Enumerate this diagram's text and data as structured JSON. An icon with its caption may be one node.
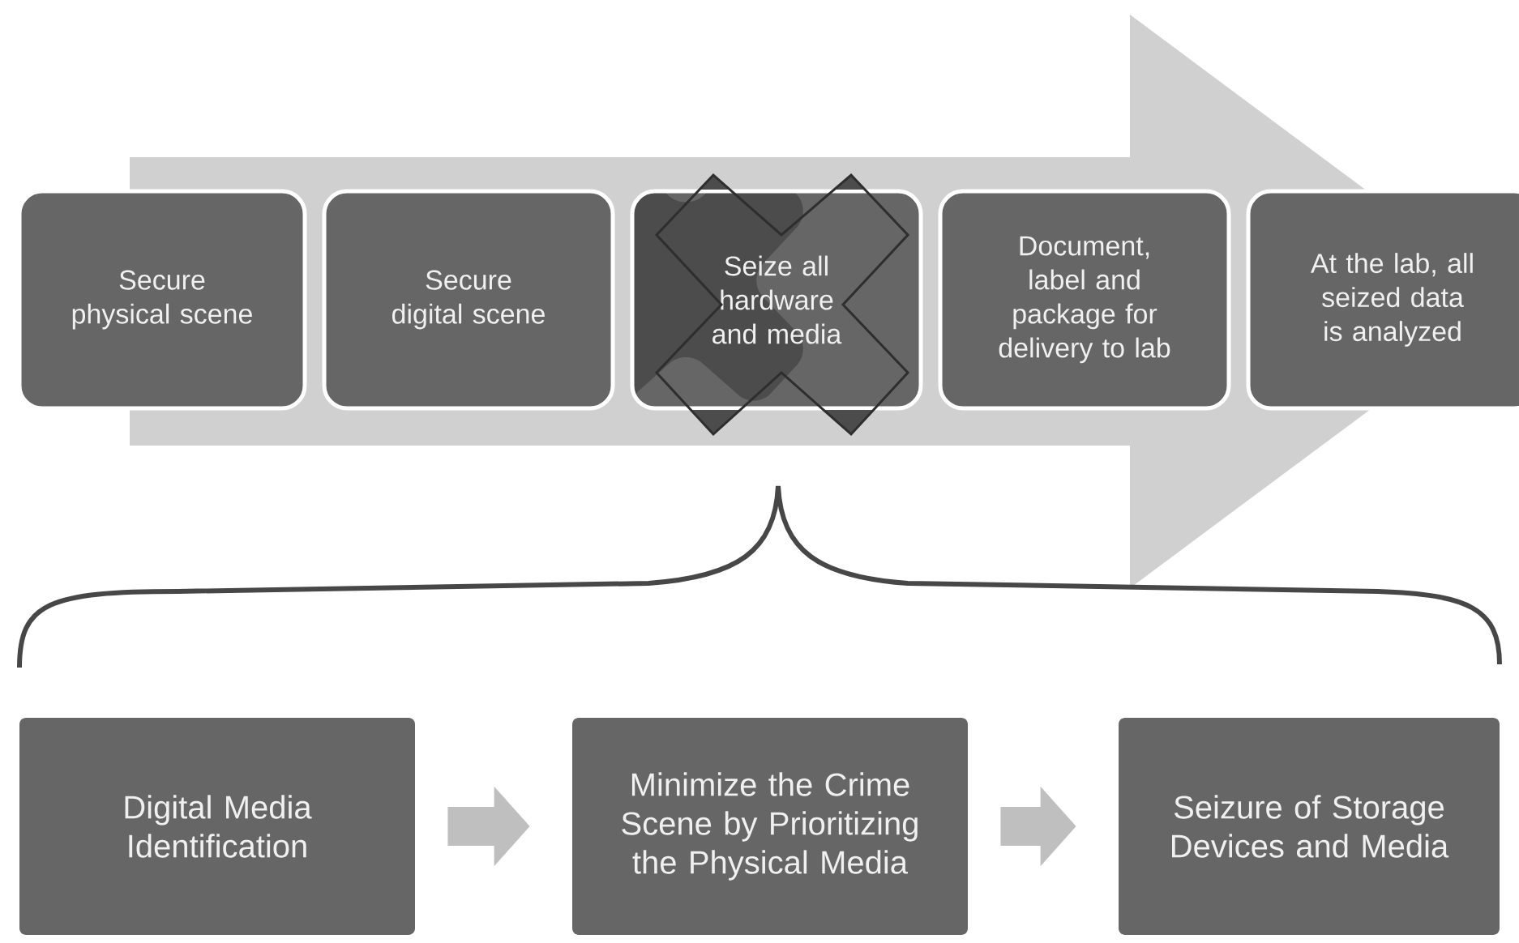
{
  "diagram": {
    "nodes": [
      {
        "text": [
          "Secure physical scene"
        ]
      },
      {
        "text": [
          "Secure digital scene"
        ]
      },
      {
        "text": [
          "Seize all hardware and media"
        ]
      },
      {
        "text": [
          "Document, label and package for delivery to lab"
        ]
      },
      {
        "text": [
          "At the lab, all seized data is analyzed"
        ]
      },
      {
        "text": [
          "Digital Media Identification"
        ]
      },
      {
        "text": [
          "Minimize the Crime Scene by Prioritizing the Physical Media"
        ]
      },
      {
        "text": [
          "Seizure of Storage Devices and Media"
        ]
      },
      {
        "text": [],
        "shape": "cross"
      }
    ],
    "edges": [
      {
        "from": 5,
        "to": 6,
        "arrow": "to"
      },
      {
        "from": 6,
        "to": 7,
        "arrow": "to"
      },
      {
        "from": 0,
        "to": 4,
        "arrow": "to",
        "style": "thick",
        "color": "#d0d0d0"
      }
    ]
  }
}
